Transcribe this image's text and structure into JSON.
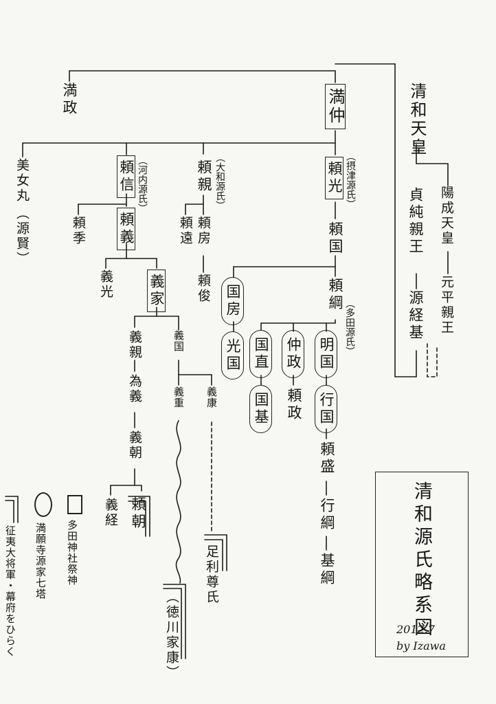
{
  "nodes": {
    "seiwa": "清和天皇",
    "yozei": "陽成天皇",
    "motohira": "元平親王",
    "sadazumi": "貞純親王",
    "tsunemoto": "源経基",
    "mitsumasa": "満政",
    "mitsunaka": "満仲",
    "yorinobu": "頼信",
    "yorinobu_note": "河内源氏",
    "yorichika": "頼親",
    "yorichika_note": "大和源氏",
    "yorimitsu": "頼光",
    "yorimitsu_note": "摂津源氏",
    "bijomaru": "美女丸",
    "bijomaru_note": "源賢",
    "yorisue": "頼季",
    "yoriyoshi": "頼義",
    "yoritoo": "頼遠",
    "yorifusa": "頼房",
    "yoritoshi": "頼俊",
    "yorikuni": "頼国",
    "yoshimitsu": "義光",
    "yoshiie": "義家",
    "kunifusa": "国房",
    "yorituna": "頼綱",
    "yorituna_note": "多田源氏",
    "mitsukuni": "光国",
    "kuninao": "国直",
    "nakamasa": "仲政",
    "akikuni": "明国",
    "kunimoto": "国基",
    "yorimasa": "頼政",
    "yukikuni": "行国",
    "yorimori": "頼盛",
    "yukitsuna": "行綱",
    "mototsuna": "基綱",
    "yoshichika": "義親",
    "yoshikuni": "義国",
    "tameyoshi": "為義",
    "yoshitomo": "義朝",
    "yoshishige": "義重",
    "yoshiyasu": "義康",
    "yoshitsune": "義経",
    "yoritomo": "頼朝",
    "takauji": "足利尊氏",
    "ieyasu": "徳川家康"
  },
  "legend": {
    "box": "多田神社祭神",
    "oval": "満願寺源家七塔",
    "bracket": "征夷大将軍・幕府をひらく"
  },
  "title": "清和源氏略系図",
  "date": "2012.7",
  "author": "by Izawa"
}
